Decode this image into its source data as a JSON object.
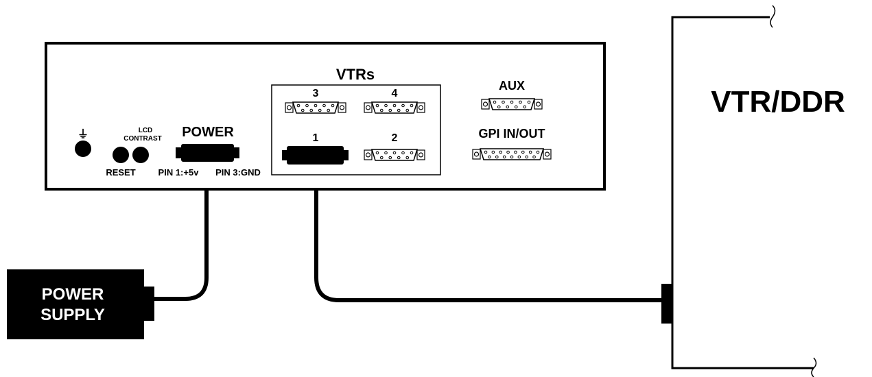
{
  "panel": {
    "ground_symbol": "⏚",
    "lcd_label_line1": "LCD",
    "lcd_label_line2": "CONTRAST",
    "reset_label": "RESET",
    "power_label": "POWER",
    "pin1_label": "PIN 1:+5v",
    "pin3_label": "PIN 3:GND",
    "vtrs_title": "VTRs",
    "vtr_ports": [
      "3",
      "4",
      "1",
      "2"
    ],
    "aux_label": "AUX",
    "gpi_label": "GPI IN/OUT"
  },
  "power_supply": {
    "line1": "POWER",
    "line2": "SUPPLY"
  },
  "device": {
    "title": "VTR/DDR"
  },
  "colors": {
    "ink": "#000000",
    "paper": "#ffffff"
  }
}
